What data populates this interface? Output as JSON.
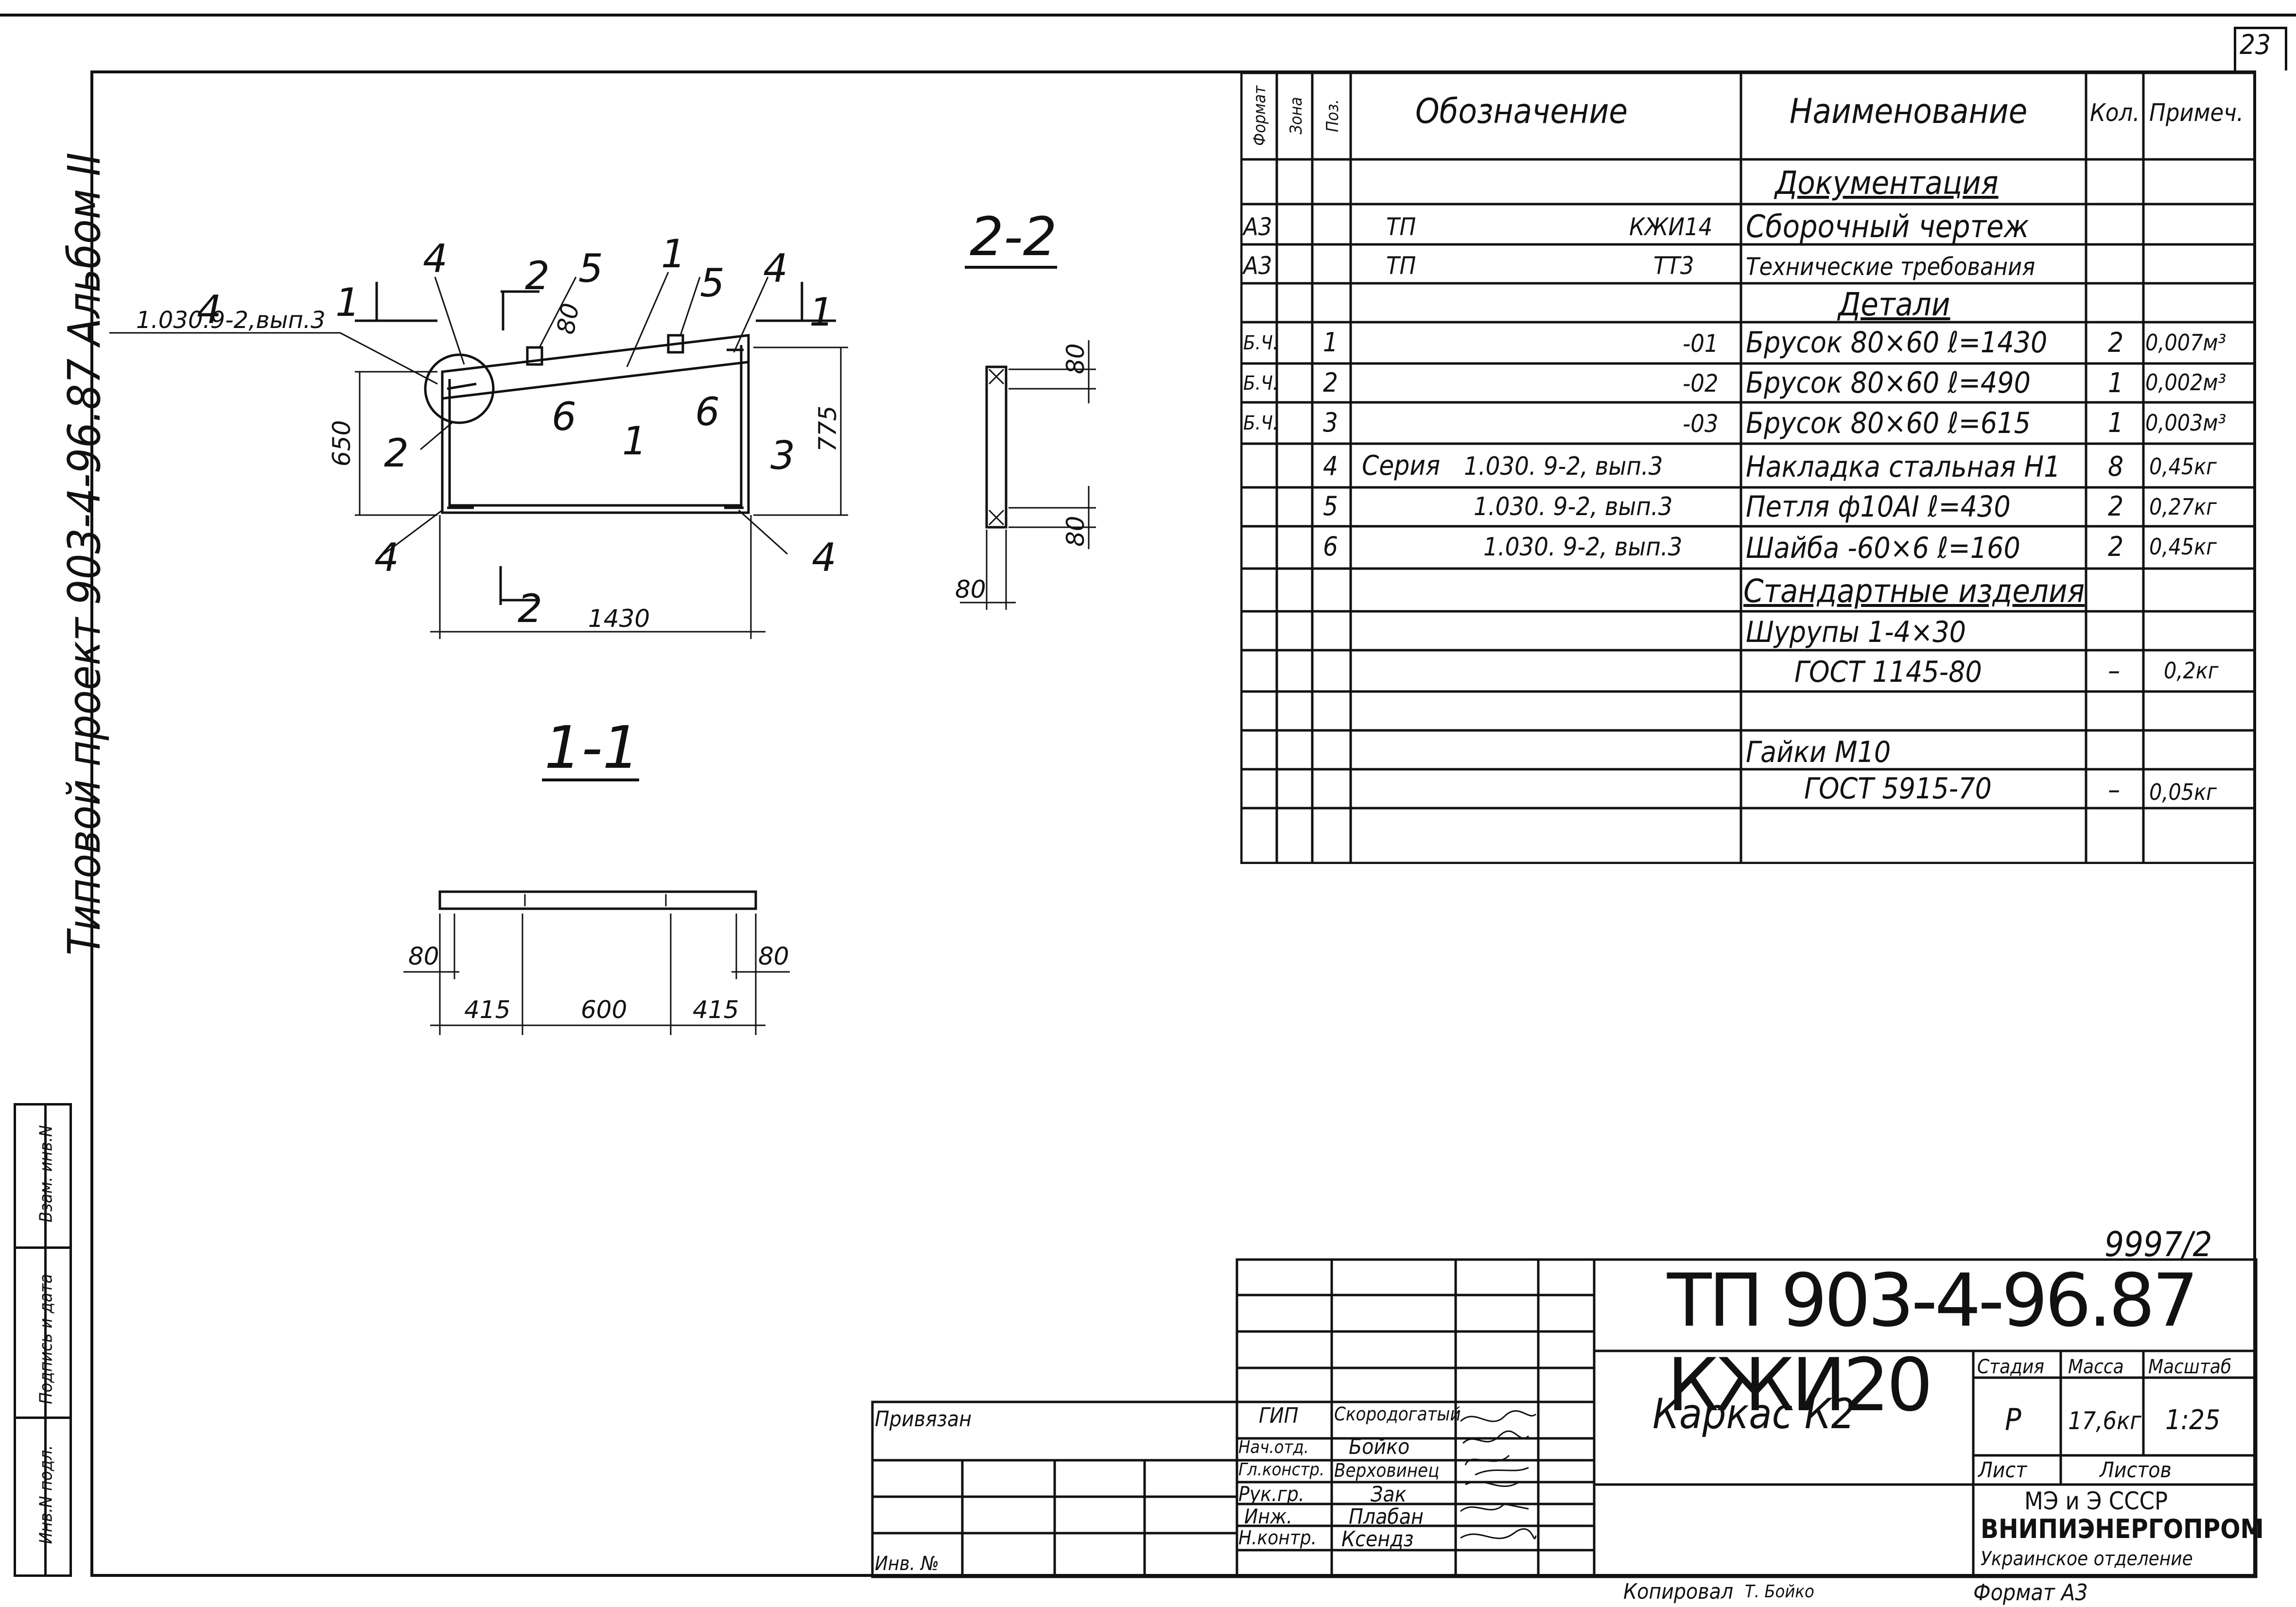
{
  "sheet_number": "23",
  "left_margin": {
    "project_text": "Типовой проект 903-4-96.87 Альбом II",
    "stamp_labels": [
      "Инв.N подл.",
      "Подпись и дата",
      "Взам. инв.N"
    ]
  },
  "drawing": {
    "section_2_2": "2-2",
    "section_1_1": "1-1",
    "callout_4_note": "1.030.9-2,вып.3",
    "pos_labels": [
      "4",
      "2",
      "5",
      "1",
      "5",
      "4",
      "6",
      "6",
      "2",
      "1",
      "3",
      "4",
      "4",
      "1",
      "1",
      "2",
      "2"
    ],
    "dims": {
      "d80_top": "80",
      "d650": "650",
      "d775": "775",
      "d1430": "1430",
      "d80_a": "80",
      "d80_b": "80",
      "d80_c": "80",
      "d80_l": "80",
      "d80_r": "80",
      "d415_l": "415",
      "d600": "600",
      "d415_r": "415"
    }
  },
  "spec_table": {
    "headers": {
      "format": "Формат",
      "zone": "Зона",
      "pos": "Поз.",
      "designation": "Обозначение",
      "name": "Наименование",
      "qty": "Кол.",
      "note": "Примеч."
    },
    "rows": [
      {
        "format": "",
        "zone": "",
        "pos": "",
        "des_left": "",
        "des_right": "",
        "name": "Документация",
        "qty": "",
        "note": "",
        "section": true
      },
      {
        "format": "А3",
        "zone": "",
        "pos": "",
        "des_left": "ТП",
        "des_right": "КЖИ14",
        "name": "Сборочный чертеж",
        "qty": "",
        "note": ""
      },
      {
        "format": "А3",
        "zone": "",
        "pos": "",
        "des_left": "ТП",
        "des_right": "ТТ3",
        "name": "Технические требования",
        "qty": "",
        "note": ""
      },
      {
        "format": "",
        "zone": "",
        "pos": "",
        "des_left": "",
        "des_right": "",
        "name": "Детали",
        "qty": "",
        "note": "",
        "section": true
      },
      {
        "format": "Б.Ч.",
        "zone": "",
        "pos": "1",
        "des_left": "",
        "des_right": "-01",
        "name": "Брусок 80×60 ℓ=1430",
        "qty": "2",
        "note": "0,007м³"
      },
      {
        "format": "Б.Ч.",
        "zone": "",
        "pos": "2",
        "des_left": "",
        "des_right": "-02",
        "name": "Брусок 80×60 ℓ=490",
        "qty": "1",
        "note": "0,002м³"
      },
      {
        "format": "Б.Ч.",
        "zone": "",
        "pos": "3",
        "des_left": "",
        "des_right": "-03",
        "name": "Брусок 80×60 ℓ=615",
        "qty": "1",
        "note": "0,003м³"
      },
      {
        "format": "",
        "zone": "",
        "pos": "4",
        "des_left": "Серия",
        "des_right": "1.030. 9-2, вып.3",
        "name": "Накладка стальная Н1",
        "qty": "8",
        "note": "0,45кг"
      },
      {
        "format": "",
        "zone": "",
        "pos": "5",
        "des_left": "",
        "des_right": "1.030. 9-2, вып.3",
        "name": "Петля ф10АI ℓ=430",
        "qty": "2",
        "note": "0,27кг"
      },
      {
        "format": "",
        "zone": "",
        "pos": "6",
        "des_left": "",
        "des_right": "1.030. 9-2, вып.3",
        "name": "Шайба -60×6 ℓ=160",
        "qty": "2",
        "note": "0,45кг"
      },
      {
        "format": "",
        "zone": "",
        "pos": "",
        "des_left": "",
        "des_right": "",
        "name": "Стандартные изделия",
        "qty": "",
        "note": "",
        "section": true
      },
      {
        "format": "",
        "zone": "",
        "pos": "",
        "des_left": "",
        "des_right": "",
        "name": "Шурупы 1-4×30",
        "qty": "",
        "note": ""
      },
      {
        "format": "",
        "zone": "",
        "pos": "",
        "des_left": "",
        "des_right": "",
        "name": "ГОСТ 1145-80",
        "qty": "–",
        "note": "0,2кг",
        "indent": true
      },
      {
        "format": "",
        "zone": "",
        "pos": "",
        "des_left": "",
        "des_right": "",
        "name": "Гайки М10",
        "qty": "",
        "note": ""
      },
      {
        "format": "",
        "zone": "",
        "pos": "",
        "des_left": "",
        "des_right": "",
        "name": "ГОСТ 5915-70",
        "qty": "–",
        "note": "0,05кг",
        "indent": true
      }
    ]
  },
  "title_block": {
    "number_above": "9997/2",
    "code": "ТП 903-4-96.87 КЖИ20",
    "title": "Каркас К2",
    "stage_label": "Стадия",
    "mass_label": "Масса",
    "scale_label": "Масштаб",
    "stage": "Р",
    "mass": "17,6кг",
    "scale": "1:25",
    "sheet_label": "Лист",
    "sheets_label": "Листов",
    "org1": "МЭ и Э СССР",
    "org2": "ВНИПИЭНЕРГОПРОМ",
    "org3": "Украинское отделение",
    "roles": [
      {
        "role": "ГИП",
        "name": "Скородогатый"
      },
      {
        "role": "Нач.отд.",
        "name": "Бойко"
      },
      {
        "role": "Гл.констр.",
        "name": "Верховинец"
      },
      {
        "role": "Рук.гр.",
        "name": "Зак"
      },
      {
        "role": "Инж.",
        "name": "Плабан"
      },
      {
        "role": "Н.контр.",
        "name": "Ксендз"
      }
    ],
    "privyazan": "Привязан",
    "inv_no": "Инв. №",
    "copied": "Копировал",
    "copied_by": "Т. Бойко",
    "format_note": "Формат А3"
  }
}
